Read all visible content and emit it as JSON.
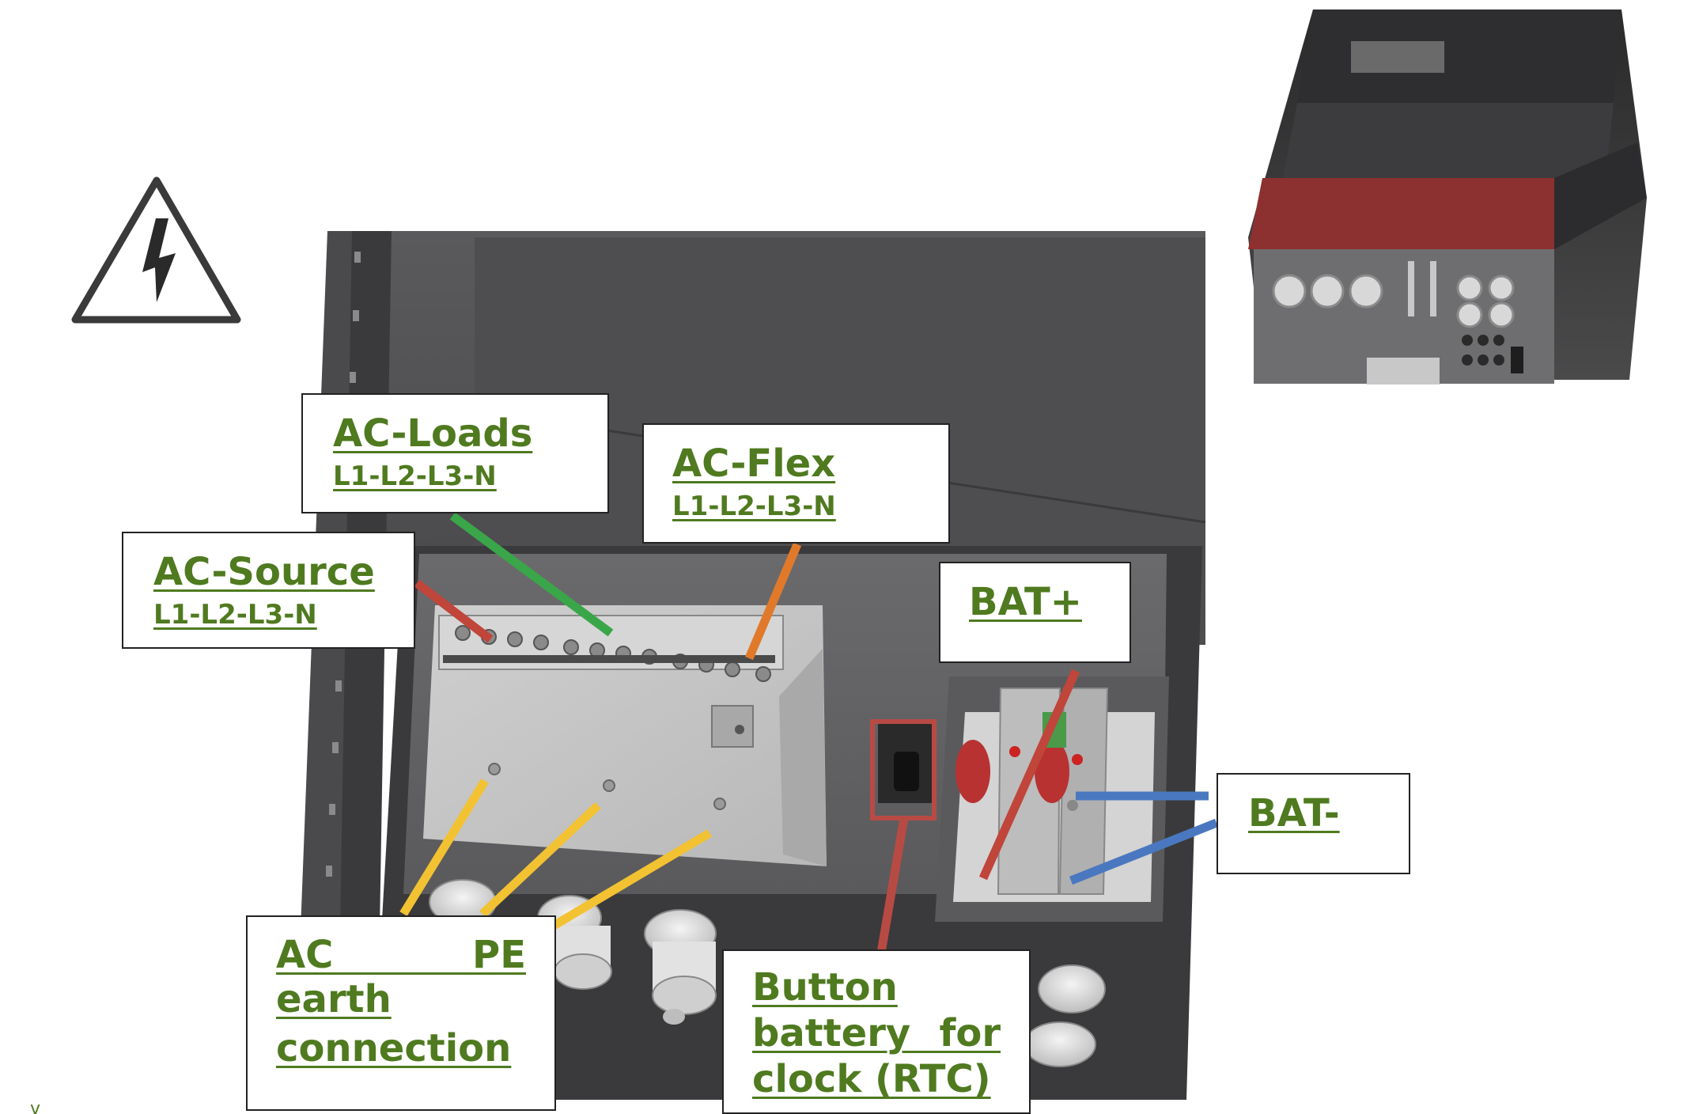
{
  "labels": {
    "ac_loads": {
      "title": "AC-Loads",
      "sub": "L1-L2-L3-N"
    },
    "ac_flex": {
      "title": "AC-Flex",
      "sub": "L1-L2-L3-N"
    },
    "ac_source": {
      "title": "AC-Source",
      "sub": "L1-L2-L3-N"
    },
    "bat_plus": {
      "title": "BAT+"
    },
    "bat_minus": {
      "title": "BAT-"
    },
    "ac_pe": {
      "line1": "AC PE earth",
      "line2": "connection"
    },
    "button_battery": {
      "line1": "Button",
      "line2": "battery for",
      "line3": "clock (RTC)"
    }
  },
  "icons": [
    "high-voltage-warning-icon",
    "protective-earth-icon"
  ],
  "colors": {
    "label_text": "#4f7a1f",
    "leader_ac_source": "#c0453a",
    "leader_ac_loads": "#3aa64a",
    "leader_ac_flex": "#e07a2a",
    "leader_pe": "#f2c232",
    "leader_bat_plus": "#c0453a",
    "leader_bat_minus": "#4a78c0",
    "leader_rtc": "#b84a44",
    "enclosure_dark": "#3e3e40",
    "accent_red": "#8c3030"
  }
}
